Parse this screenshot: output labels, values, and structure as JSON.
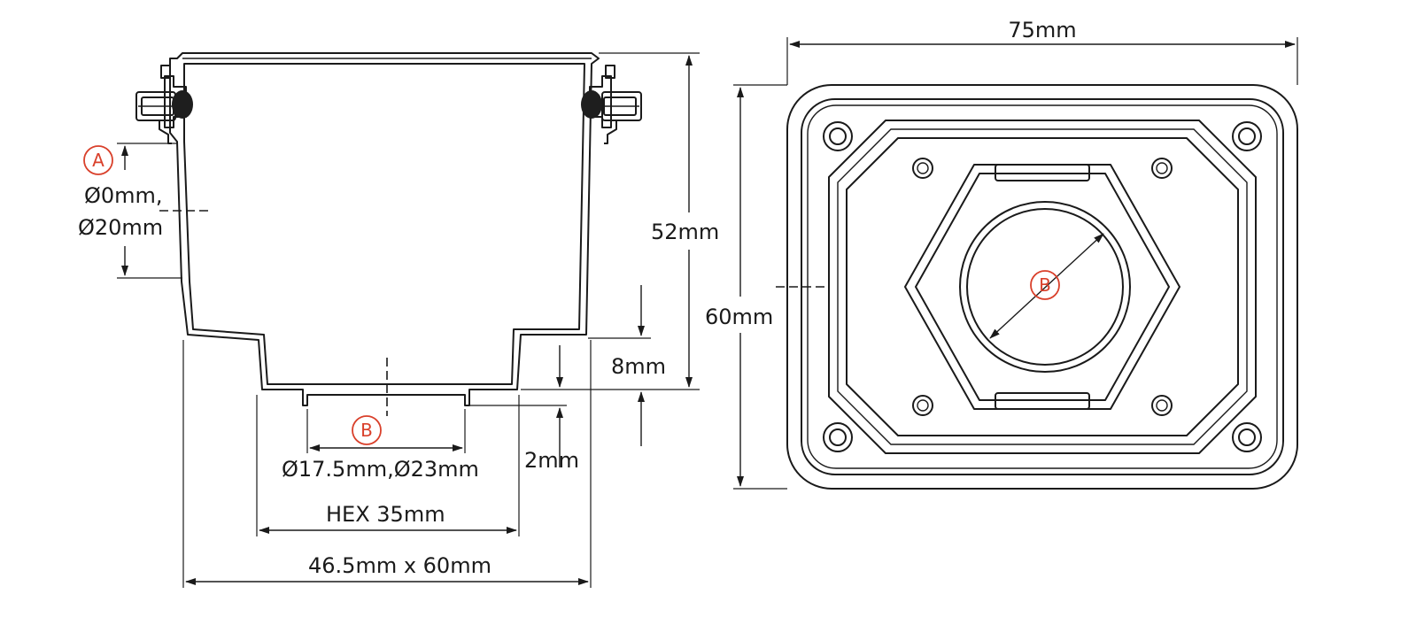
{
  "side_view": {
    "callout_a": "A",
    "callout_b": "B",
    "dims": {
      "opening_diameters_line1": "Ø0mm,",
      "opening_diameters_line2": "Ø20mm",
      "step_height": "8mm",
      "lip_height": "2mm",
      "outlet_diameters": "Ø17.5mm,Ø23mm",
      "hex_size": "HEX 35mm",
      "overall_footprint": "46.5mm x 60mm",
      "overall_height": "52mm"
    }
  },
  "top_view": {
    "callout_b": "B",
    "dims": {
      "width": "75mm",
      "height": "60mm"
    }
  },
  "colors": {
    "line": "#1a1a1a",
    "callout": "#d9402b"
  }
}
